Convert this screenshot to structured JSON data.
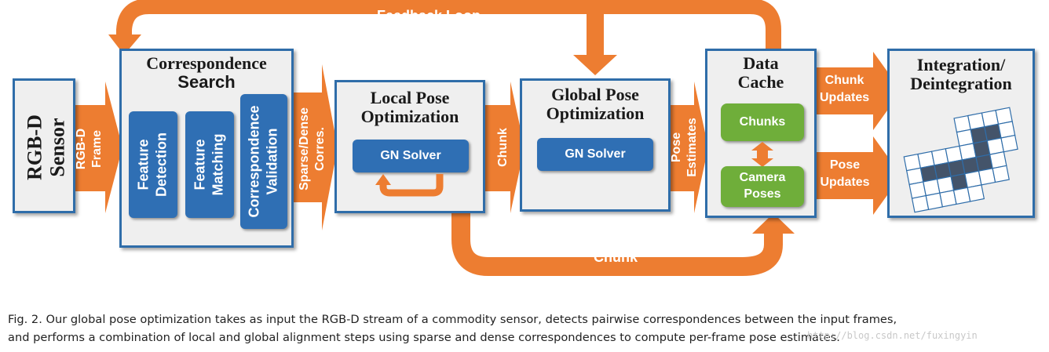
{
  "diagram": {
    "feedback_loop_label": "Feedback Loop",
    "chunk_bottom_label": "Chunk",
    "sensor": {
      "line1": "RGB-D",
      "line2": "Sensor"
    },
    "rgbd_frame_label": {
      "line1": "RGB-D",
      "line2": "Frame"
    },
    "correspondence_search": {
      "title_line1": "Correspondence",
      "title_line2": "Search",
      "steps": [
        {
          "line1": "Feature",
          "line2": "Detection"
        },
        {
          "line1": "Feature",
          "line2": "Matching"
        },
        {
          "line1": "Correspondence",
          "line2": "Validation"
        }
      ]
    },
    "sparse_dense_label": {
      "line1": "Sparse/Dense",
      "line2": "Corres."
    },
    "local_pose": {
      "title_line1": "Local Pose",
      "title_line2": "Optimization",
      "solver": "GN Solver"
    },
    "chunk_label": "Chunk",
    "global_pose": {
      "title_line1": "Global Pose",
      "title_line2": "Optimization",
      "solver": "GN Solver"
    },
    "pose_estimates_label": {
      "line1": "Pose",
      "line2": "Estimates"
    },
    "data_cache": {
      "title_line1": "Data",
      "title_line2": "Cache",
      "chunks": "Chunks",
      "camera_poses": {
        "line1": "Camera",
        "line2": "Poses"
      }
    },
    "chunk_updates_label": {
      "line1": "Chunk",
      "line2": "Updates"
    },
    "pose_updates_label": {
      "line1": "Pose",
      "line2": "Updates"
    },
    "integration": {
      "title_line1": "Integration/",
      "title_line2": "Deintegration"
    },
    "colors": {
      "arrow_orange": "#ed7d31",
      "box_border_blue": "#2f6da9",
      "button_blue": "#2f6fb4",
      "button_green": "#6fae3a",
      "grid_dark": "#44546a"
    }
  },
  "caption": {
    "line1": "Fig. 2.  Our global pose optimization takes as input the RGB-D stream of a commodity sensor, detects pairwise correspondences between the input frames,",
    "line2": "and performs a combination of local and global alignment steps using sparse and dense correspondences to compute per-frame pose estimates."
  },
  "watermark": "http://blog.csdn.net/fuxingyin"
}
